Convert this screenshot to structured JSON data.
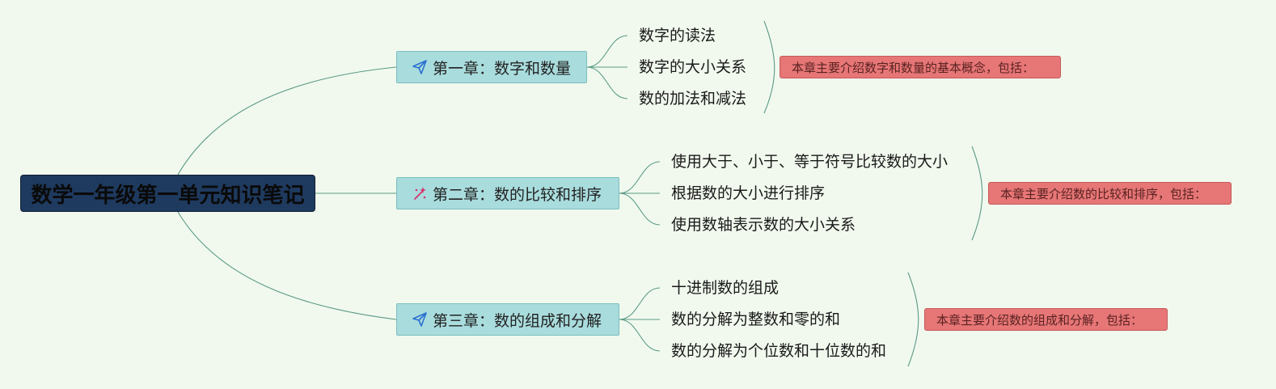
{
  "root": {
    "title": "数学一年级第一单元知识笔记"
  },
  "chapters": [
    {
      "title": "第一章：数字和数量",
      "icon": "paper-plane-icon",
      "items": [
        "数字的读法",
        "数字的大小关系",
        "数的加法和减法"
      ],
      "note": "本章主要介绍数字和数量的基本概念，包括："
    },
    {
      "title": "第二章：数的比较和排序",
      "icon": "sparkle-wand-icon",
      "items": [
        "使用大于、小于、等于符号比较数的大小",
        "根据数的大小进行排序",
        "使用数轴表示数的大小关系"
      ],
      "note": "本章主要介绍数的比较和排序，包括："
    },
    {
      "title": "第三章：数的组成和分解",
      "icon": "paper-plane-icon",
      "items": [
        "十进制数的组成",
        "数的分解为整数和零的和",
        "数的分解为个位数和十位数的和"
      ],
      "note": "本章主要介绍数的组成和分解，包括："
    }
  ],
  "colors": {
    "background": "#f1f9ee",
    "root_fill": "#1f3a5f",
    "chapter_fill": "#a9dcdd",
    "note_fill": "#e77676",
    "link_stroke": "#5a9a86"
  }
}
